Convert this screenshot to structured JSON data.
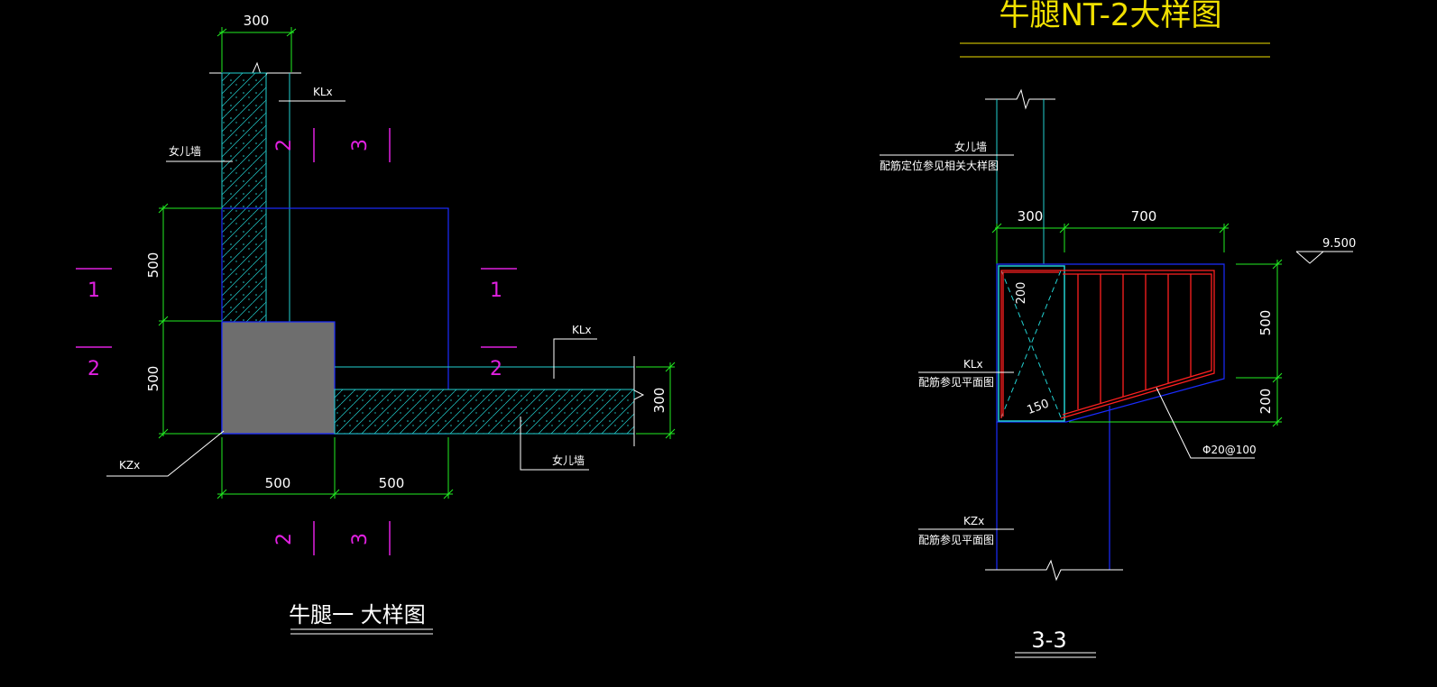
{
  "colors": {
    "background": "#000000",
    "dimension": "#22ee22",
    "outline": "#1a2cff",
    "concrete_edge": "#22d0d0",
    "section_mark": "#e020e0",
    "rebar": "#ff2020",
    "text": "#ffffff",
    "title_yellow": "#f0e000",
    "column_fill": "#6e6e6e"
  },
  "left_view": {
    "dims": {
      "top_width": "300",
      "upper_height": "500",
      "lower_height": "500",
      "bottom_left": "500",
      "bottom_right": "500",
      "right_height": "300"
    },
    "labels": {
      "kl_top": "KLx",
      "parapet_left": "女儿墙",
      "kl_right": "KLx",
      "parapet_bottom": "女儿墙",
      "kz": "KZx"
    },
    "section_marks": {
      "left_1": "1",
      "left_2": "2",
      "mid_1": "1",
      "mid_2": "2",
      "top_2": "2",
      "top_3": "3",
      "bottom_2": "2",
      "bottom_3": "3"
    },
    "title": "牛腿一 大样图"
  },
  "right_view": {
    "title": "牛腿NT-2大样图",
    "dims": {
      "col_width": "300",
      "corbel_width": "700",
      "upper_h": "500",
      "lower_h": "200",
      "inner_200": "200",
      "inner_150": "150",
      "elevation": "9.500"
    },
    "labels": {
      "parapet": "女儿墙",
      "parapet_note": "配筋定位参见相关大样图",
      "kl": "KLx",
      "kl_note": "配筋参见平面图",
      "rebar": "Φ20@100",
      "kz": "KZx",
      "kz_note": "配筋参见平面图"
    },
    "section_title": "3-3"
  }
}
